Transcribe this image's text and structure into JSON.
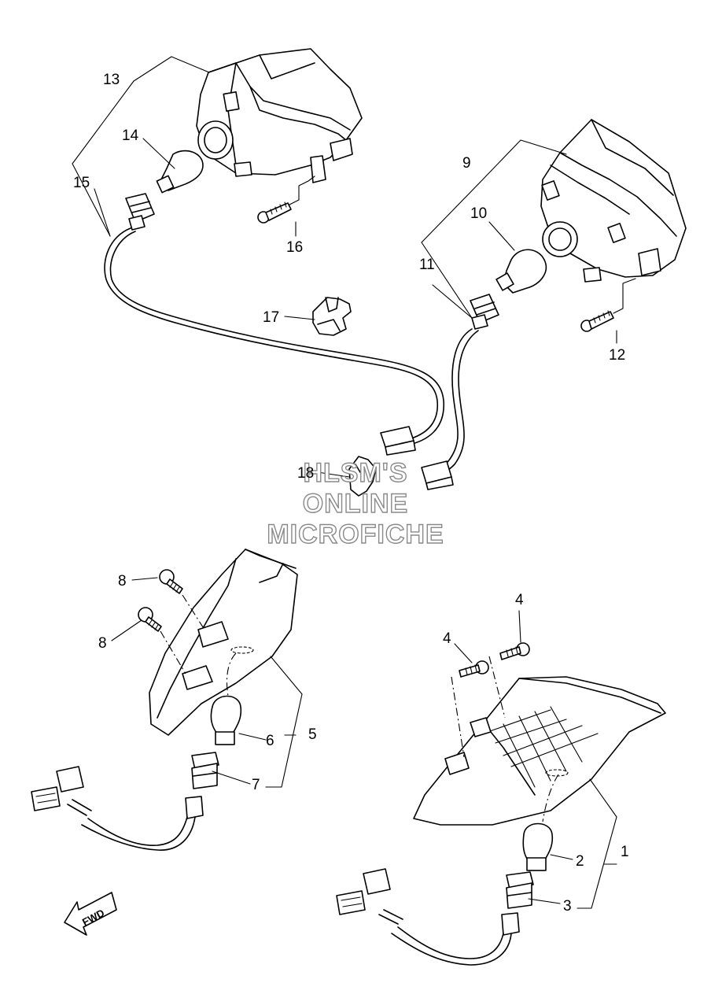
{
  "watermark": {
    "line1": "HLSM'S",
    "line2": "ONLINE",
    "line3": "MICROFICHE"
  },
  "direction_marker": "FWD",
  "callouts": {
    "c1": "1",
    "c2": "2",
    "c3": "3",
    "c4a": "4",
    "c4b": "4",
    "c5": "5",
    "c6": "6",
    "c7": "7",
    "c8a": "8",
    "c8b": "8",
    "c9": "9",
    "c10": "10",
    "c11": "11",
    "c12": "12",
    "c13": "13",
    "c14": "14",
    "c15": "15",
    "c16": "16",
    "c17": "17",
    "c18": "18"
  }
}
